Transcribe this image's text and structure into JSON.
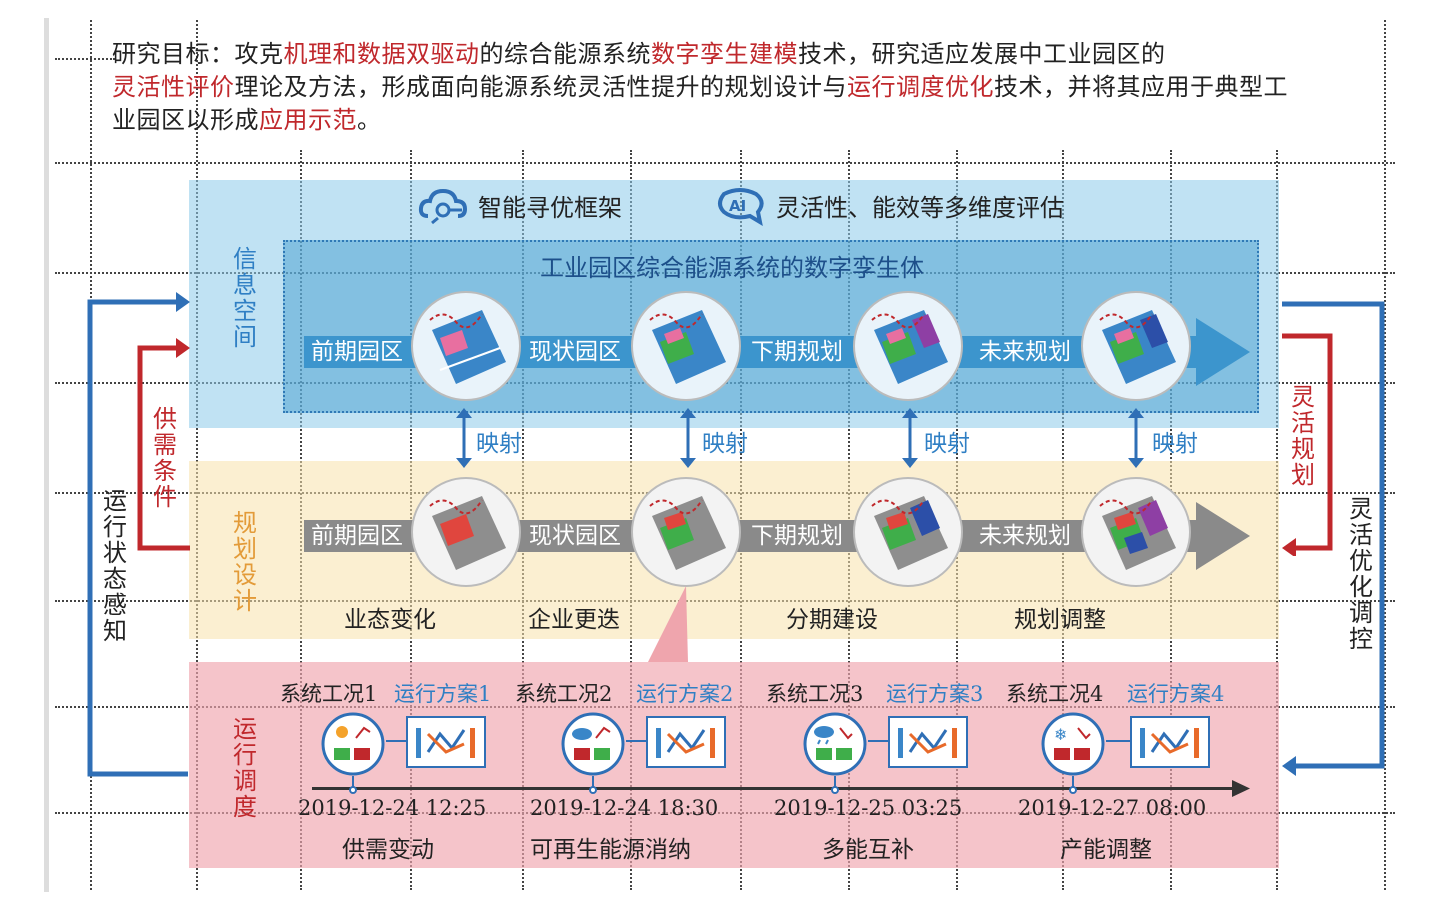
{
  "intro": {
    "prefix": "研究目标：攻克",
    "hl1": "机理和数据双驱动",
    "t1": "的综合能源系统",
    "hl2": "数字孪生建模",
    "t2": "技术，研究适应发展中工业园区的",
    "hl3": "灵活性评价",
    "t3": "理论及方法，形成面向能源系统灵活性提升的规划设计与",
    "hl4": "运行调度优化",
    "t4": "技术，并将其应用于典型工业园区以形成",
    "hl5": "应用示范",
    "t5": "。"
  },
  "top": {
    "framework_label": "智能寻优框架",
    "framework_icon": "cloud-gear-icon",
    "eval_label": "灵活性、能效等多维度评估",
    "eval_icon": "ai-brain-icon"
  },
  "twin_title": "工业园区综合能源系统的数字孪生体",
  "bands": {
    "info": "信息空间",
    "plan": "规划设计",
    "op": "运行调度"
  },
  "stages": [
    "前期园区",
    "现状园区",
    "下期规划",
    "未来规划"
  ],
  "mapping_label": "映射",
  "plan_captions": [
    "业态变化",
    "企业更迭",
    "分期建设",
    "规划调整"
  ],
  "side": {
    "supply_demand": "供需条件",
    "status_sensing": "运行状态感知",
    "flex_planning": "灵活规划",
    "flex_control": "灵活优化调控"
  },
  "scenarios": [
    {
      "cond": "系统工况1",
      "plan": "运行方案1",
      "time": "2019-12-24 12:25",
      "caption": "供需变动",
      "weather_icon": "sun-icon"
    },
    {
      "cond": "系统工况2",
      "plan": "运行方案2",
      "time": "2019-12-24 18:30",
      "caption": "可再生能源消纳",
      "weather_icon": "cloud-icon"
    },
    {
      "cond": "系统工况3",
      "plan": "运行方案3",
      "time": "2019-12-25 03:25",
      "caption": "多能互补",
      "weather_icon": "rain-icon"
    },
    {
      "cond": "系统工况4",
      "plan": "运行方案4",
      "time": "2019-12-27 08:00",
      "caption": "产能调整",
      "weather_icon": "snow-icon"
    }
  ],
  "colors": {
    "highlight_red": "#c0282c",
    "info_blue": "#3a96cd",
    "plan_yellow": "#f8e2ac",
    "op_pink": "#efa5ad",
    "plan_gray": "#8a8a8a",
    "loop_blue": "#2f6fb6",
    "loop_red": "#c0282c"
  }
}
